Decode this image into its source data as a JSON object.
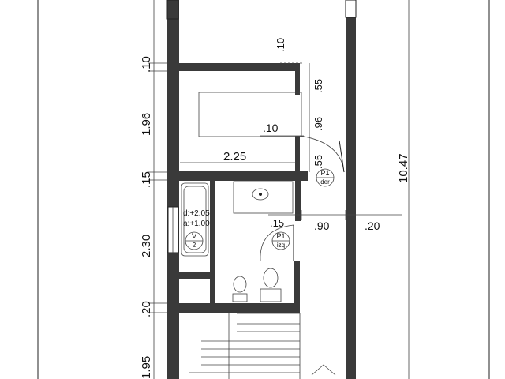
{
  "dimensions": {
    "left": [
      ".10",
      "1.96",
      ".15",
      "2.30",
      ".20",
      "1.95"
    ],
    "inner_top": ".10",
    "inner_mid": ".10",
    "right_inner": [
      ".55",
      ".96",
      ".55"
    ],
    "width_room": "2.25",
    "overall_height": "10.47",
    "bottom_small": ".15",
    "door_width": ".90",
    "right_wall": ".20"
  },
  "tags": {
    "door_right": {
      "code": "P1",
      "side": "der"
    },
    "door_left": {
      "code": "P1",
      "side": "izq"
    },
    "window": {
      "code": "V",
      "num": "2"
    }
  },
  "window_notes": [
    "d:+2.05",
    "a:+1.00"
  ]
}
